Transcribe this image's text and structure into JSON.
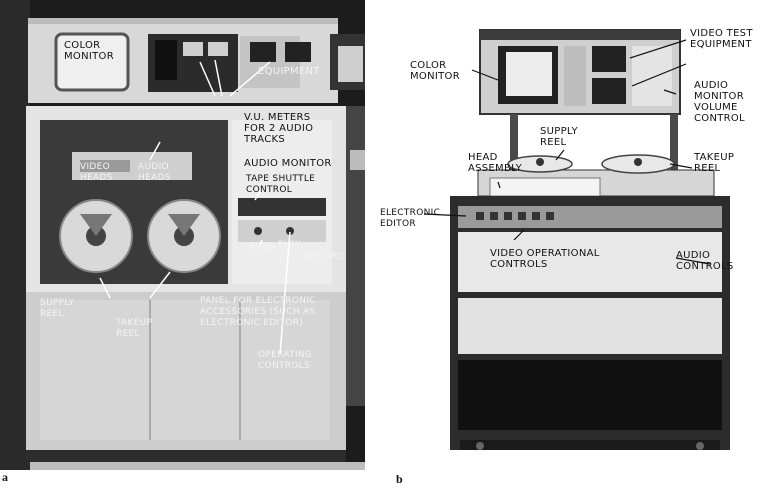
{
  "figure_a": {
    "letter": "a",
    "labels": {
      "color_monitor": "Color Monitor",
      "equipment": "Equipment",
      "vu_meters": "V.U. Meters For 2 Audio Tracks",
      "audio_monitor": "Audio Monitor",
      "tape_shuttle": "Tape Shuttle Control",
      "video_heads": "Video Heads",
      "audio_heads": "Audio Heads",
      "stop": "Stop",
      "play": "Play",
      "record": "Record",
      "supply_reel": "Supply Reel",
      "takeup_reel": "Takeup Reel",
      "panel_accessories": "Panel for Electronic Accessories (such as Electronic Editor)",
      "operating_controls": "Operating Controls"
    }
  },
  "figure_b": {
    "letter": "b",
    "labels": {
      "color_monitor": "Color Monitor",
      "video_test_equipment": "Video Test Equipment",
      "audio_monitor_volume": "Audio Monitor Volume Control",
      "supply_reel": "Supply Reel",
      "head_assembly": "Head Assembly",
      "takeup_reel": "Takeup Reel",
      "electronic_editor": "Electronic Editor",
      "video_operational_controls": "Video Operational Controls",
      "audio_controls": "Audio Controls"
    }
  }
}
